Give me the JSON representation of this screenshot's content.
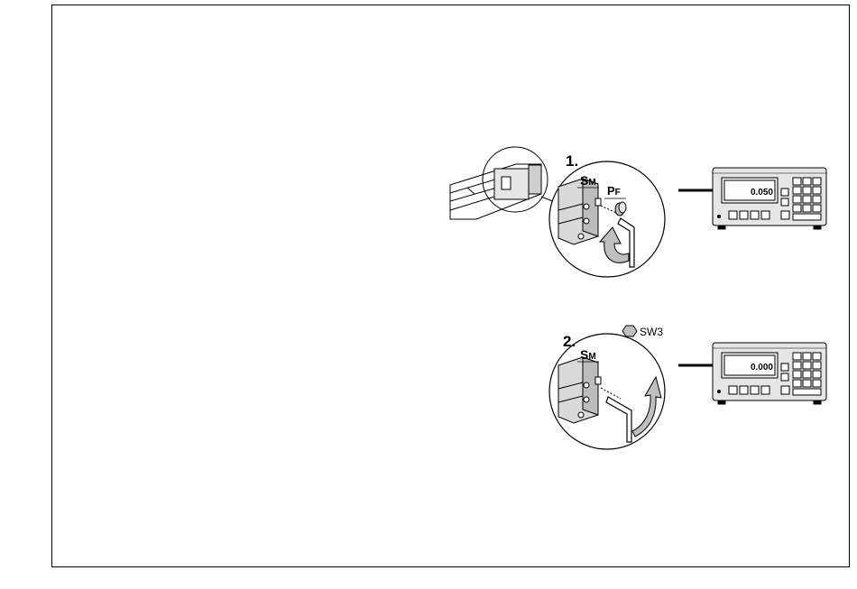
{
  "colors": {
    "ink": "#000000",
    "panel": "#e6e6e6",
    "screen": "#f2f2f2",
    "block": "#bfbfbf"
  },
  "step1": {
    "number": "1.",
    "sm_label": "S",
    "sm_sub": "M",
    "pf_label": "P",
    "pf_sub": "F",
    "readout": "0.050"
  },
  "step2": {
    "number": "2.",
    "sm_label": "S",
    "sm_sub": "M",
    "wrench_size": "SW3",
    "readout": "0.000"
  },
  "icons": [
    "hex-wrench-size-icon",
    "rotate-arrow-icon",
    "hex-key-icon",
    "arrow-right-icon"
  ]
}
